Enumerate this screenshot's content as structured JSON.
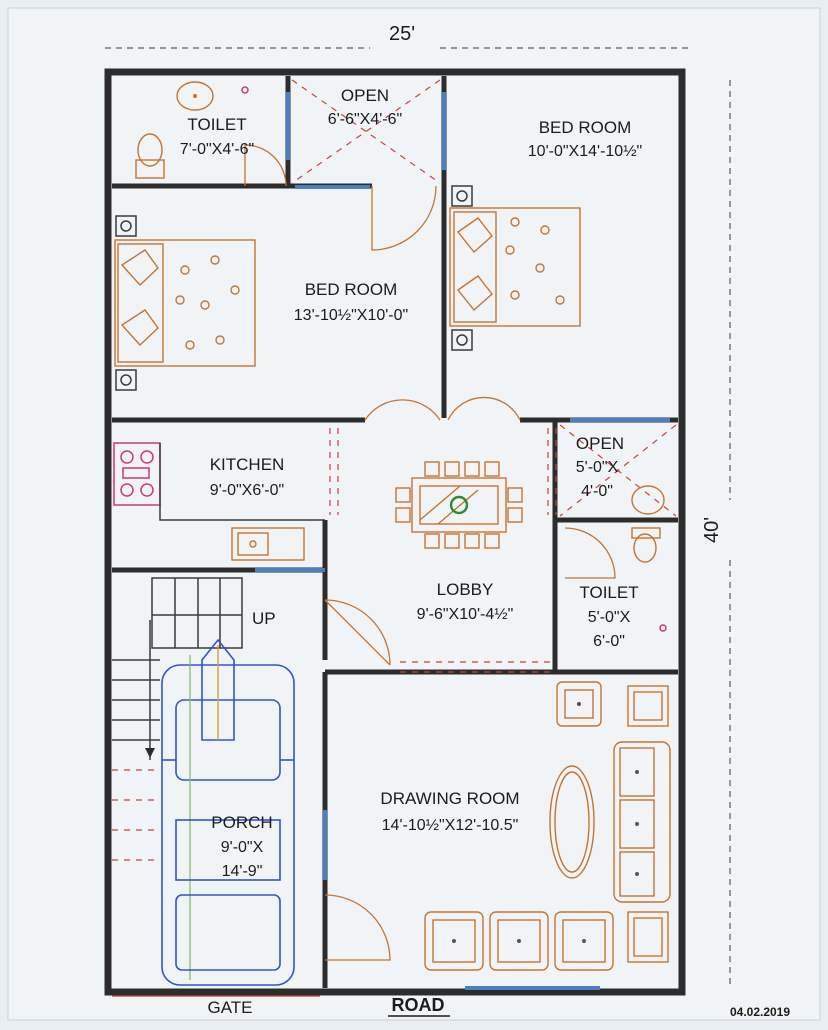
{
  "plan": {
    "width_label": "25'",
    "depth_label": "40'",
    "rooms": {
      "toilet_top": {
        "name": "TOILET",
        "size": "7'-0\"X4'-6\""
      },
      "open_top": {
        "name": "OPEN",
        "size": "6'-6\"X4'-6\""
      },
      "bedroom_right": {
        "name": "BED ROOM",
        "size": "10'-0\"X14'-10½\""
      },
      "bedroom_left": {
        "name": "BED ROOM",
        "size": "13'-10½\"X10'-0\""
      },
      "kitchen": {
        "name": "KITCHEN",
        "size": "9'-0\"X6'-0\""
      },
      "open_mid": {
        "name": "OPEN",
        "size_line1": "5'-0\"X",
        "size_line2": "4'-0\""
      },
      "lobby": {
        "name": "LOBBY",
        "size": "9'-6\"X10'-4½\""
      },
      "toilet_mid": {
        "name": "TOILET",
        "size_line1": "5'-0\"X",
        "size_line2": "6'-0\""
      },
      "drawing_room": {
        "name": "DRAWING ROOM",
        "size": "14'-10½\"X12'-10.5\""
      },
      "porch": {
        "name": "PORCH",
        "size_line1": "9'-0\"X",
        "size_line2": "14'-9\""
      }
    },
    "stair_label": "UP",
    "gate_label": "GATE",
    "road_label": "ROAD",
    "date": "04.02.2019"
  },
  "colors": {
    "wall": "#2c2c2c",
    "furniture": "#c8742d",
    "window": "#4a7fc0",
    "car": "#2f56c9",
    "kitchen_fixture": "#d0357e",
    "paper": "#e9eef2"
  }
}
